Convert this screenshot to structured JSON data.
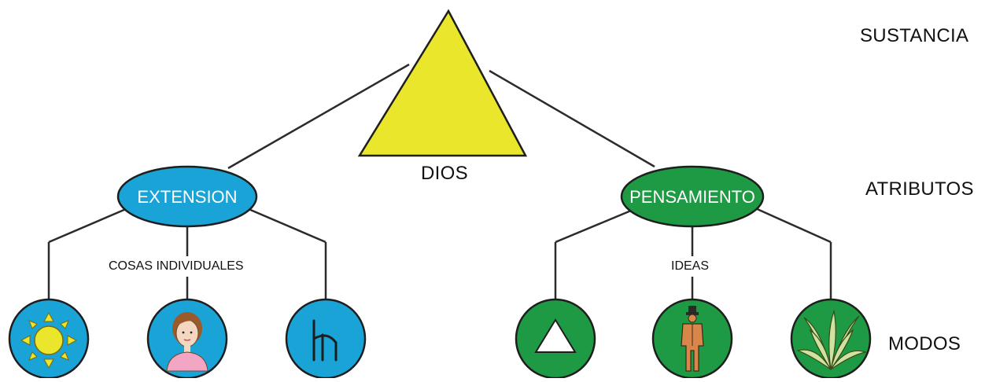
{
  "levels": {
    "substance": "SUSTANCIA",
    "attributes": "ATRIBUTOS",
    "modes": "MODOS"
  },
  "god": {
    "label": "DIOS",
    "color": "#E9E62B"
  },
  "attributes": {
    "extension": {
      "label": "EXTENSION",
      "color": "#1AA3D6"
    },
    "thought": {
      "label": "PENSAMIENTO",
      "color": "#1E9A44"
    }
  },
  "mode_labels": {
    "extension": "COSAS INDIVIDUALES",
    "thought": "IDEAS"
  },
  "modes": {
    "extension": [
      "sun-icon",
      "person-icon",
      "chair-icon"
    ],
    "thought": [
      "triangle-icon",
      "figure-icon",
      "plant-icon"
    ]
  }
}
